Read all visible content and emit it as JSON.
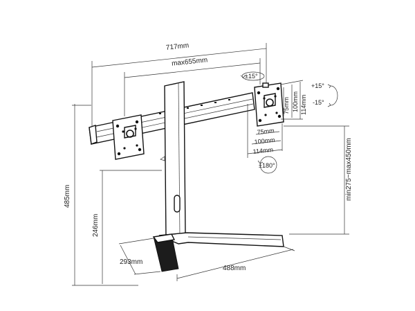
{
  "dimensions": {
    "overall_width": "717mm",
    "max_vesa_distance": "max655mm",
    "tilt_range_side": "±15°",
    "tilt_up": "+15°",
    "tilt_down": "-15°",
    "rotation": "±180°",
    "vesa_75_vertical": "75mm",
    "vesa_100_vertical": "100mm",
    "vesa_114_vertical": "114mm",
    "vesa_75_horizontal": "75mm",
    "vesa_100_horizontal": "100mm",
    "vesa_114_horizontal": "114mm",
    "height_range": "min275~max450mm",
    "total_height": "485mm",
    "pole_height": "246mm",
    "base_front": "293mm",
    "base_depth": "488mm"
  }
}
